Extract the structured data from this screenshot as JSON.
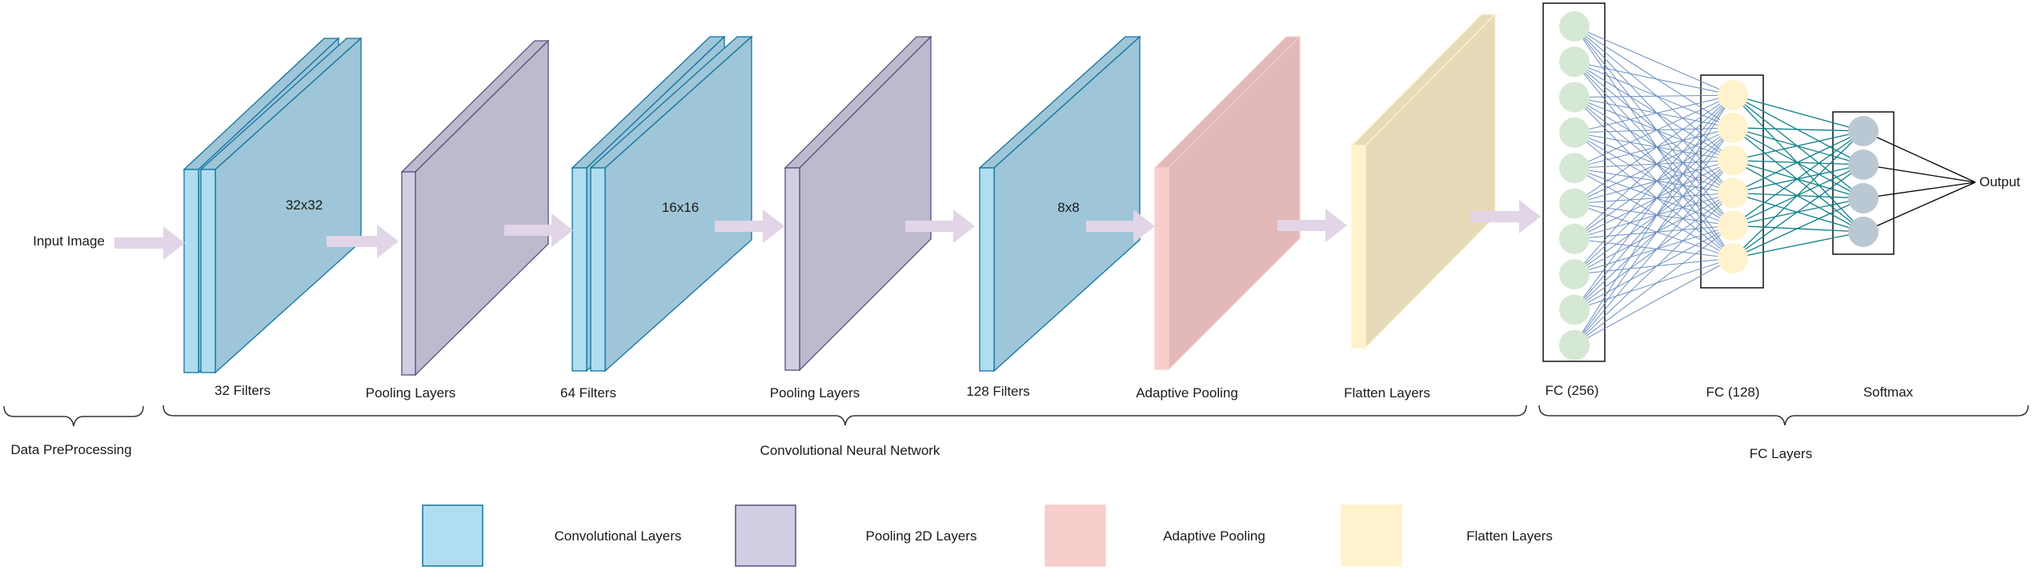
{
  "input_label": "Input Image",
  "output_label": "Output",
  "stages": {
    "conv1_size": "32x32",
    "conv1_label": "32 Filters",
    "pool1_label": "Pooling Layers",
    "conv2_size": "16x16",
    "conv2_label": "64 Filters",
    "pool2_label": "Pooling Layers",
    "conv3_size": "8x8",
    "conv3_label": "128 Filters",
    "adaptive_label": "Adaptive Pooling",
    "flatten_label": "Flatten Layers",
    "fc1_label": "FC (256)",
    "fc2_label": "FC (128)",
    "softmax_label": "Softmax"
  },
  "groups": {
    "preprocessing": "Data PreProcessing",
    "cnn": "Convolutional Neural Network",
    "fc": "FC Layers"
  },
  "legend": [
    {
      "label": "Convolutional Layers",
      "color": "#b1ddf0",
      "border": "#10739e"
    },
    {
      "label": "Pooling 2D Layers",
      "color": "#d0cee2",
      "border": "#56517e"
    },
    {
      "label": "Adaptive Pooling",
      "color": "#f8cecc",
      "border": "#f8cecc"
    },
    {
      "label": "Flatten Layers",
      "color": "#fff2cc",
      "border": "#fff2cc"
    }
  ],
  "colors": {
    "conv_front": "#b1ddf0",
    "conv_face": "#9fc5d8",
    "conv_border": "#10739e",
    "pool_front": "#d0cee2",
    "pool_face": "#bdbace",
    "pool_border": "#56517e",
    "adaptive_front": "#f8cecc",
    "adaptive_face": "#e2b8b8",
    "flatten_front": "#fff2cc",
    "flatten_face": "#e6dab8",
    "arrow": "#e1d5e7",
    "fc1_node": "#d5e8d4",
    "fc2_node": "#fff2cc",
    "softmax_node": "#bac8d3",
    "edge_fc1_fc2": "#6c8ebf",
    "edge_fc2_softmax": "#0e8088",
    "edge_softmax_out": "#000000"
  },
  "network": {
    "fc1_nodes": 10,
    "fc2_nodes": 6,
    "softmax_nodes": 4
  }
}
